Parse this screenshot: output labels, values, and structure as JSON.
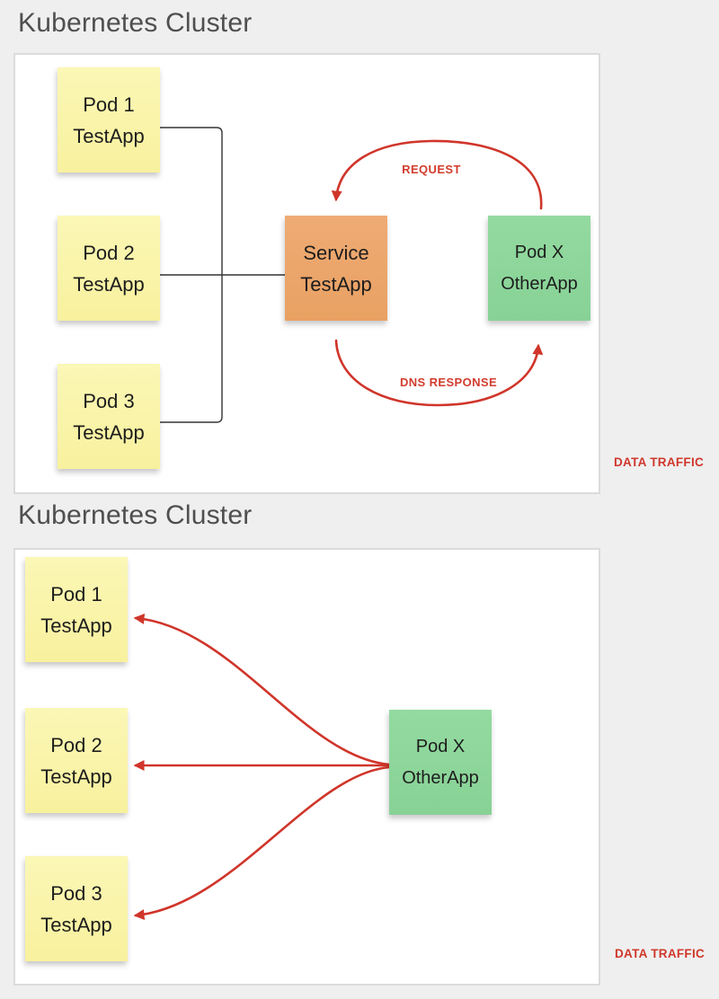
{
  "colors": {
    "background": "#efefef",
    "panel": "#ffffff",
    "panel_border": "#dbdbdb",
    "pod_yellow": "#f9f2a1",
    "service_orange": "#eca76d",
    "pod_green": "#8dd79b",
    "arrow_red": "#d0352a",
    "title_gray": "#4f4f4f",
    "connector_black": "#333333"
  },
  "sections": [
    {
      "title": "Kubernetes Cluster",
      "pods": [
        {
          "line1": "Pod 1",
          "line2": "TestApp"
        },
        {
          "line1": "Pod 2",
          "line2": "TestApp"
        },
        {
          "line1": "Pod 3",
          "line2": "TestApp"
        }
      ],
      "service": {
        "line1": "Service",
        "line2": "TestApp"
      },
      "pod_x": {
        "line1": "Pod X",
        "line2": "OtherApp"
      },
      "request_label": "REQUEST",
      "dns_response_label": "DNS RESPONSE",
      "data_traffic_label": "DATA TRAFFIC"
    },
    {
      "title": "Kubernetes Cluster",
      "pods": [
        {
          "line1": "Pod 1",
          "line2": "TestApp"
        },
        {
          "line1": "Pod 2",
          "line2": "TestApp"
        },
        {
          "line1": "Pod 3",
          "line2": "TestApp"
        }
      ],
      "pod_x": {
        "line1": "Pod X",
        "line2": "OtherApp"
      },
      "data_traffic_label": "DATA TRAFFIC"
    }
  ]
}
